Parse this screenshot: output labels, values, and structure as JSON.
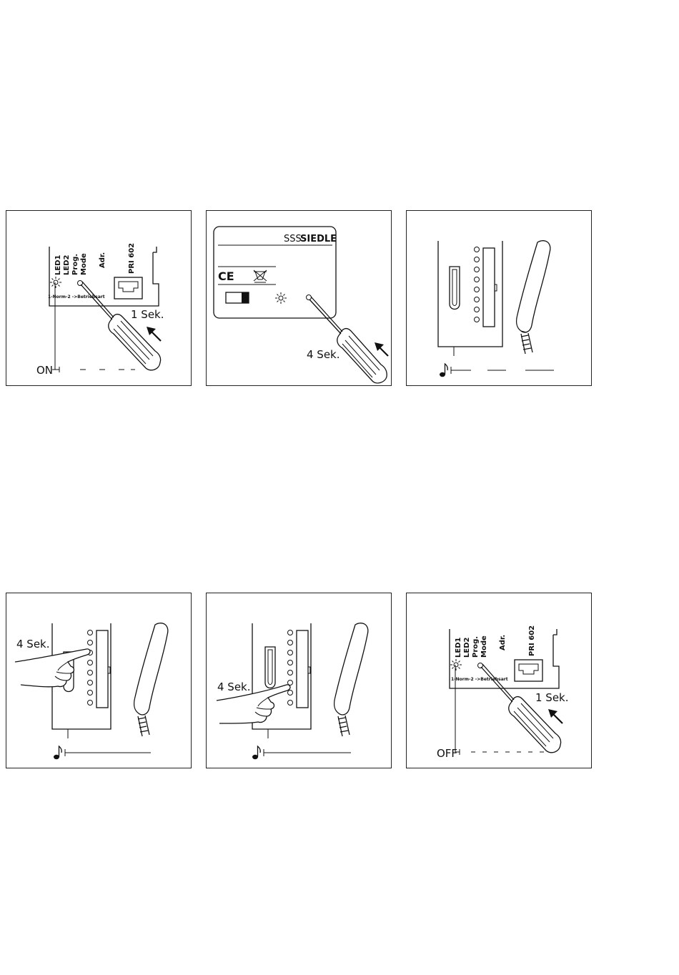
{
  "panel1": {
    "labels": [
      "LED1",
      "LED2",
      "Prog.",
      "Mode",
      "Adr.",
      "PRI 602"
    ],
    "strip": "1-Norm-2 ->Betriebsart",
    "time": "1 Sek.",
    "state": "ON"
  },
  "panel2": {
    "brand_mark": "SSS",
    "brand_name": "SIEDLE",
    "ce_mark": "CE",
    "time": "4 Sek."
  },
  "panel4": {
    "time": "4 Sek."
  },
  "panel5": {
    "time": "4 Sek."
  },
  "panel6": {
    "labels": [
      "LED1",
      "LED2",
      "Prog.",
      "Mode",
      "Adr.",
      "PRI 602"
    ],
    "strip": "1-Norm-2 ->Betriebsart",
    "time": "1 Sek.",
    "state": "OFF"
  }
}
